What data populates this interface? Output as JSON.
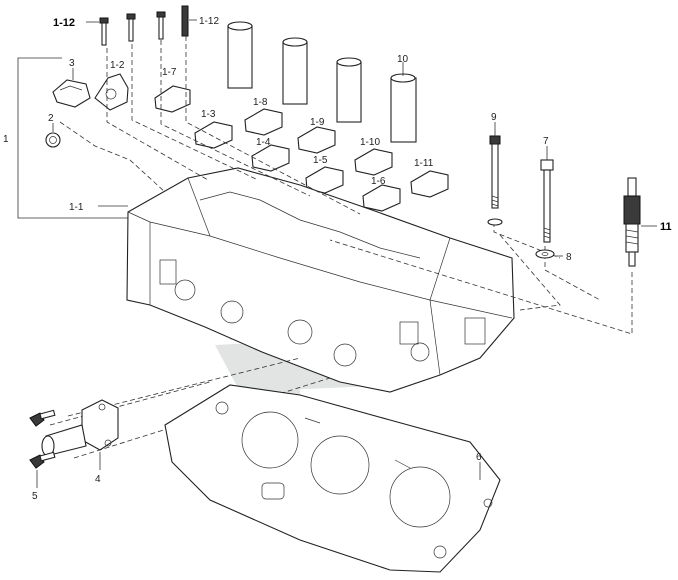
{
  "callouts": {
    "c1": "1",
    "c1_1": "1-1",
    "c1_2": "1-2",
    "c1_3": "1-3",
    "c1_4": "1-4",
    "c1_5": "1-5",
    "c1_6": "1-6",
    "c1_7": "1-7",
    "c1_8": "1-8",
    "c1_9": "1-9",
    "c1_10": "1-10",
    "c1_11": "1-11",
    "c1_12_left": "1-12",
    "c1_12_right": "1-12",
    "c2": "2",
    "c3": "3",
    "c4": "4",
    "c5": "5",
    "c6": "6",
    "c7": "7",
    "c8": "8",
    "c9": "9",
    "c10": "10",
    "c11": "11"
  },
  "colors": {
    "ink": "#222222",
    "watermark": "#d7dbd9"
  }
}
